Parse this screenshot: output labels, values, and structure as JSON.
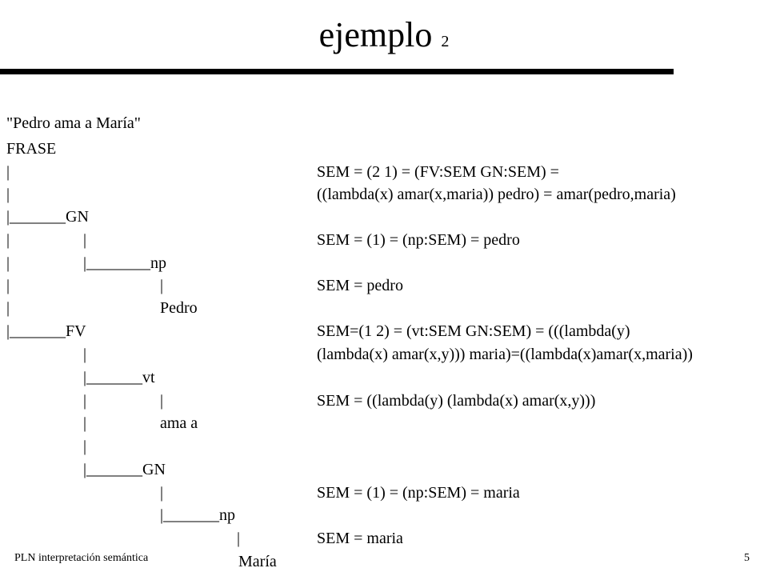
{
  "title": {
    "text": "ejemplo",
    "number": "2"
  },
  "sentence": "\"Pedro ama a María\"",
  "tree": {
    "root": "FRASE",
    "gn1": "GN",
    "np1": "np",
    "pedro": "Pedro",
    "fv": "FV",
    "vt": "vt",
    "ama": "ama a",
    "gn2": "GN",
    "np2": "np",
    "maria": "María"
  },
  "semantics": {
    "frase_1": "SEM = (2 1) = (FV:SEM GN:SEM) =",
    "frase_2": "((lambda(x) amar(x,maria)) pedro) = amar(pedro,maria)",
    "gn1": "SEM = (1) = (np:SEM) = pedro",
    "np1": "SEM = pedro",
    "fv_1": "SEM=(1 2) = (vt:SEM GN:SEM) = (((lambda(y)",
    "fv_2": "(lambda(x) amar(x,y))) maria)=((lambda(x)amar(x,maria))",
    "vt": "SEM = ((lambda(y) (lambda(x) amar(x,y)))",
    "gn2": "SEM = (1) = (np:SEM) = maria",
    "np2": "SEM = maria"
  },
  "footer": {
    "course": "PLN  interpretación semántica",
    "page": "5"
  }
}
